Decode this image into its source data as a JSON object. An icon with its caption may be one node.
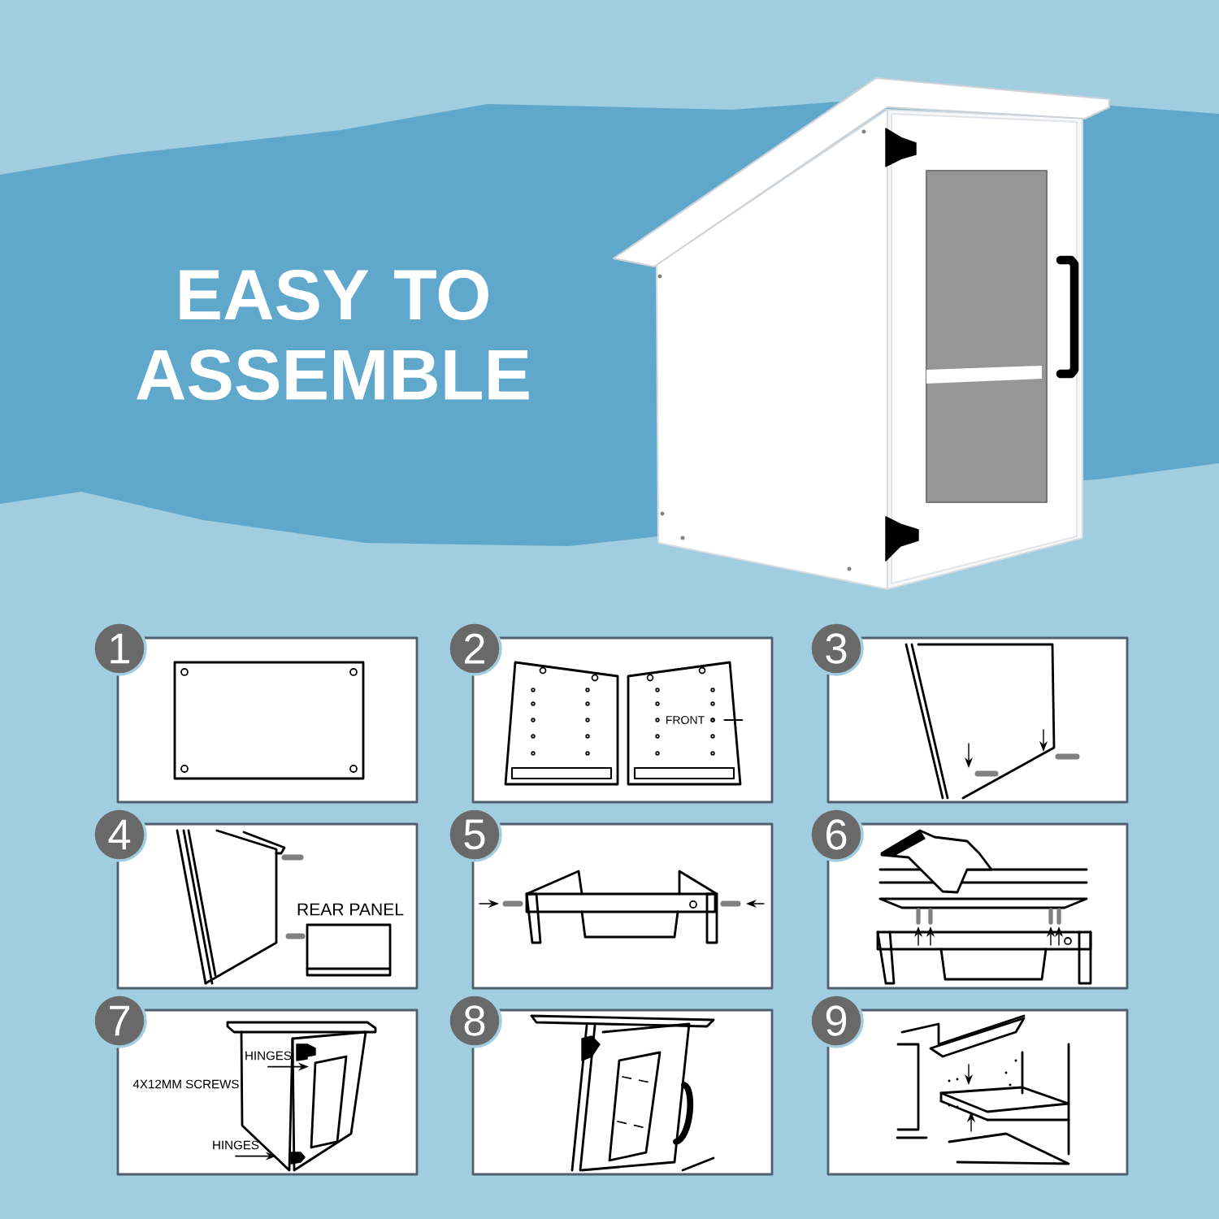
{
  "diagram": {
    "title": "EASY TO ASSEMBLE",
    "nodes": [
      {
        "text": [
          "1"
        ]
      },
      {
        "text": [
          "2"
        ]
      },
      {
        "text": [
          "3"
        ]
      },
      {
        "text": [
          "4"
        ]
      },
      {
        "text": [
          "5"
        ]
      },
      {
        "text": [
          "6"
        ]
      },
      {
        "text": [
          "7"
        ]
      },
      {
        "text": [
          "8"
        ]
      },
      {
        "text": [
          "9"
        ]
      },
      {
        "text": [
          "FRONT"
        ],
        "in": 1
      },
      {
        "text": [
          "HINGES"
        ],
        "in": 6
      },
      {
        "text": [
          "HINGES"
        ],
        "in": 6
      }
    ],
    "edges": [
      {
        "from": 9,
        "to": null,
        "arrow": "none"
      },
      {
        "from": 10,
        "to": null,
        "arrow": "to"
      },
      {
        "from": 11,
        "to": null,
        "arrow": "to"
      }
    ],
    "labels": [
      "REAR PANEL",
      "4X12MM SCREWS"
    ]
  }
}
